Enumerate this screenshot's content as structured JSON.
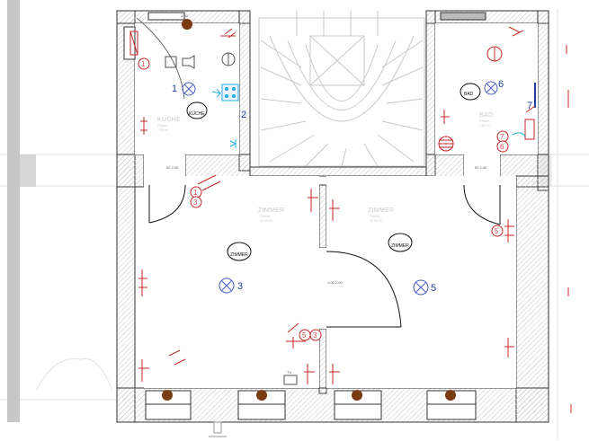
{
  "rooms": [
    {
      "name": "KÜCHE",
      "sub1": "Fliesen",
      "sub2": "7.00 m²"
    },
    {
      "name": "BAD",
      "sub1": "Fliesen",
      "sub2": "7.85 m²"
    },
    {
      "name": "ZIMMER",
      "sub1": "Parkett",
      "sub2": "19.50 m²"
    },
    {
      "name": "ZIMMER",
      "sub1": "Parkett",
      "sub2": "19.50 m²"
    }
  ],
  "ceiling_tags": [
    "KÜCHE",
    "BAD",
    "ZIMMER",
    "ZIMMER"
  ],
  "circuit_numbers": [
    "1",
    "2",
    "3",
    "5",
    "6",
    "7"
  ],
  "circle_marks": [
    "1",
    "1",
    "3",
    "7",
    "6",
    "5",
    "5",
    "3"
  ],
  "door_labels": [
    "1.00",
    "92\n2.00",
    "92\n2.00",
    "1.00\n2.00"
  ],
  "tv_label": "TV",
  "colors": {
    "wall_fill": "#ffffff",
    "wall_stroke": "#333333",
    "wall_hatch": "#bdbdbd",
    "electrical_red": "#c62828",
    "circuit_blue": "#1f3fa3",
    "heater_brown": "#7a3b12",
    "socket_cyan": "#22aee0",
    "ghost_grey": "#c9c9c9"
  }
}
